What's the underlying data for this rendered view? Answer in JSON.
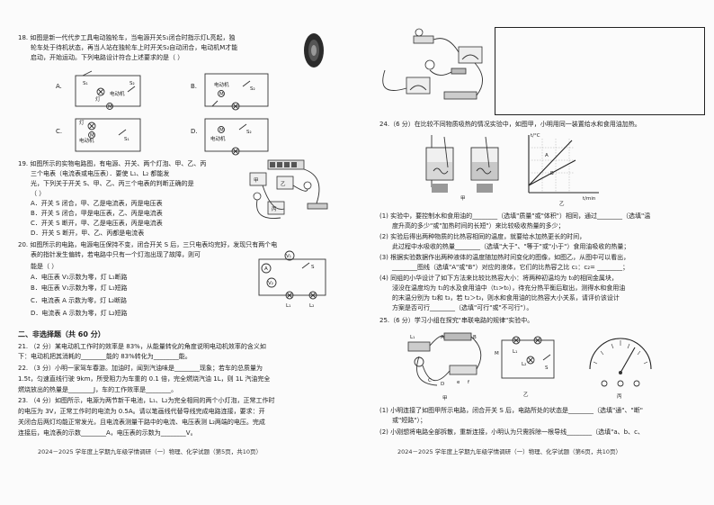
{
  "left": {
    "q18": {
      "l1": "18. 如图是新一代代步工具电动独轮车，当电源开关S₁闭合时指示灯L亮起，独",
      "l2": "轮车处于待机状态，再当人站在独轮车上时开关S₂自动闭合，电动机M才能",
      "l3": "启动，开始运动。下列电路设计符合上述要求的是（      ）",
      "opts": [
        "A.",
        "B.",
        "C.",
        "D."
      ],
      "lbl_motor": "电动机",
      "lbl_lamp": "灯",
      "lbl_s1": "S₁",
      "lbl_s2": "S₂",
      "lbl_m": "M",
      "lbl_l": "L"
    },
    "q19": {
      "l1": "19. 如图所示的实物电路图，有电源、开关、两个灯泡、甲、乙、丙",
      "l2": "三个电表（电流表或电压表）．要使 L₁、L₂ 都能发",
      "l3": "光，下列关于开关 S、甲、乙、丙三个电表的判断正确的是",
      "l4": "（      ）",
      "a": "A．开关 S 闭合，甲、乙是电流表，丙是电压表",
      "b": "B．开关 S 闭合，甲是电压表，乙、丙是电流表",
      "c": "C．开关 S 断开，甲、乙是电压表，丙是电流表",
      "d": "D．开关 S 断开，甲、乙、丙都是电流表",
      "lbl_jia": "甲",
      "lbl_yi": "乙",
      "lbl_bing": "丙"
    },
    "q20": {
      "l1": "20. 如图所示的电路，电源电压保持不变，闭合开关 S 后，三只电表均完好，发现只有两个电",
      "l2": "表的指针发生偏转，若电路中只有一个灯泡出现了故障，则可",
      "l3": "能是（      ）",
      "a": "A．电压表 V₁示数为零，灯 L₁断路",
      "b": "B．电压表 V₁示数为零，灯 L₁短路",
      "c": "C．电流表 A 示数为零，灯 L₂断路",
      "d": "D．电流表 A 示数为零，灯 L₂短路",
      "lbl_v1": "V₁",
      "lbl_v2": "V₂",
      "lbl_a": "A",
      "lbl_s": "S",
      "lbl_l1": "L₁",
      "lbl_l2": "L₂"
    },
    "section2": "二、非选择题（共 60 分）",
    "q21": {
      "l1": "21.   （2 分）某电动机工作时的效率是 83%，从能量转化的角度说明电动机效率的含义如",
      "l2": "下：电动机把其消耗的________能的 83%转化为________能。"
    },
    "q22": {
      "l1": "22.  （3 分）小明一家驾车春游。加油时，闻到汽油味是________现象；若车的总质量为",
      "l2": "1.5t，匀速直线行驶 9km，所受阻力为车重的 0.1 倍，完全燃烧汽油 1L，则 1L 汽油完全",
      "l3": "燃烧放出的热量是________J，车的工作效率是________。"
    },
    "q23": {
      "l1": "23.  （4 分）如图所示，电源为两节新干电池，L₁、L₂为完全相同的两个小灯泡，正常工作时",
      "l2": "的电压为 3V，正常工作时的电流为 0.5A。请以笔画线代替导线完成电路连接，要求：开",
      "l3": "关闭合后两灯均能正常发光，且电流表测量干路中的电流、电压表测 L₂两端的电压。完成",
      "l4": "连接后，电流表的示数________A，电压表的示数为________V。"
    },
    "footer": "2024－2025 学年度上学期九年级学情调研（一）物理、化学试题（第5页，共10页）"
  },
  "right": {
    "q24": {
      "l1": "24.（6 分）在比较不同物质吸热的情况实验中，如图甲，小明用同一装置给水和食用油加热。",
      "axis_y": "t/°C",
      "axis_x": "t/min",
      "lbl_a": "A",
      "lbl_b": "B",
      "cap_jia": "甲",
      "cap_yi": "乙",
      "q1a": "(1) 实验中，要控制水和食用油的________（选填\"质量\"或\"体积\"）相同，通过________（选填\"温",
      "q1b": "度升高的多少\"或\"加热时间的长短\"）来比较吸收热量的多少；",
      "q2a": "(2) 实验后得出两种物质的比热容相同的温度，就要给水加热更长的时间，",
      "q2b": "此过程中水吸收的热量________（选填\"大于\"、\"等于\"或\"小于\"）食用油吸收的热量；",
      "q3a": "(3) 根据实验数据作出两种液体的温度随加热时间变化的图像，如图乙，从图中可以看出，",
      "q3b": "________图线（选填\"A\"或\"B\"）对应的液体，它们的比热容之比 c₁：c₂= ________；",
      "q4a": "(4) 同组的小华设计了如下方法来比较比热容大小：将两种初温均为 t₀的相同金属块，",
      "q4b": "浸没在温度均为 t₁的水及食用油中（t₁>t₀），待充分热平衡后取出，测得水和食用油",
      "q4c": "的末温分别为 t₂和 t₃，若 t₂＞t₃，则水和食用油的比热容大小关系，请评价该设计",
      "q4d": "方案是否可行________（选填\"可行\"或\"不可行\"）。"
    },
    "q25": {
      "l1": "25.（6 分）学习小组在探究\"串联电路的规律\"实验中。",
      "cap_jia": "甲",
      "cap_yi": "乙",
      "cap_bing": "丙",
      "lbl_l1": "L₁",
      "lbl_l2": "L₂",
      "lbl_s": "S",
      "lbl_m": "M",
      "lbl_a": "A",
      "lbl_b": "B",
      "lbl_c": "C",
      "lbl_d": "D",
      "lbl_e": "e",
      "lbl_f": "f",
      "q1": "(1) 小明连接了如图甲所示电路，闭合开关 S 后，电路所处的状态是________（选填\"通\"、\"断\"",
      "q1b": "或\"短路\"）；",
      "q2": "(2) 小刚想将电路全部拆散，重新连接，小明认为只需拆除一根导线________（选填\"a、b、c、"
    },
    "footer": "2024－2025 学年度上学期九年级学情调研（一）物理、化学试题（第6页，共10页）"
  }
}
